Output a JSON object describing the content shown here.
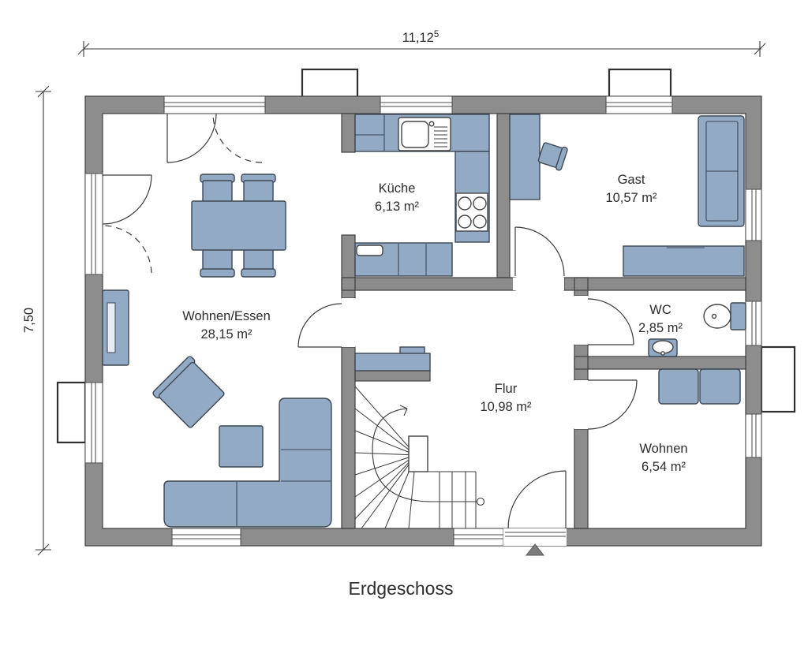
{
  "page": {
    "floor_label": "Erdgeschoss"
  },
  "dimensions": {
    "total_width": "11,12",
    "total_width_superscript": "5",
    "total_height": "7,50"
  },
  "rooms": {
    "wohnen_essen": {
      "name": "Wohnen/Essen",
      "area": "28,15 m²"
    },
    "kueche": {
      "name": "Küche",
      "area": "6,13 m²"
    },
    "gast": {
      "name": "Gast",
      "area": "10,57 m²"
    },
    "wc": {
      "name": "WC",
      "area": "2,85 m²"
    },
    "flur": {
      "name": "Flur",
      "area": "10,98 m²"
    },
    "wohnen": {
      "name": "Wohnen",
      "area": "6,54 m²"
    }
  },
  "colors": {
    "background": "#ffffff",
    "wall": "#8d8d8d",
    "wall_outline": "#3f3f3f",
    "furniture": "#93aac4",
    "furniture_outline": "#3c4754",
    "text": "#2d2d2d"
  }
}
